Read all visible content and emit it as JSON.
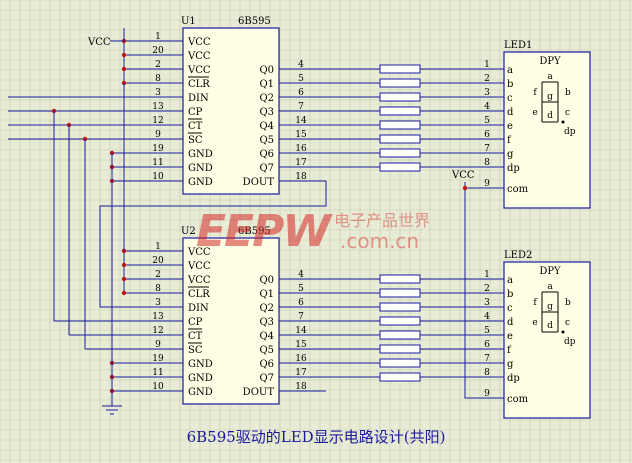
{
  "caption": "6B595驱动的LED显示电路设计(共阳)",
  "watermark": {
    "logo": "EEPW",
    "cn": "电子产品世界",
    "url": ".com.cn"
  },
  "power": {
    "vcc": "VCC"
  },
  "chips": [
    {
      "ref": "U1",
      "part": "6B595",
      "left_pins": [
        {
          "num": "1",
          "name": "VCC"
        },
        {
          "num": "20",
          "name": "VCC"
        },
        {
          "num": "2",
          "name": "VCC"
        },
        {
          "num": "8",
          "name": "CLR",
          "bar": true
        },
        {
          "num": "3",
          "name": "DIN"
        },
        {
          "num": "13",
          "name": "CP"
        },
        {
          "num": "12",
          "name": "CT",
          "bar": true
        },
        {
          "num": "9",
          "name": "SC",
          "bar": true
        },
        {
          "num": "19",
          "name": "GND"
        },
        {
          "num": "11",
          "name": "GND"
        },
        {
          "num": "10",
          "name": "GND"
        }
      ],
      "right_pins": [
        {
          "num": "4",
          "name": "Q0"
        },
        {
          "num": "5",
          "name": "Q1"
        },
        {
          "num": "6",
          "name": "Q2"
        },
        {
          "num": "7",
          "name": "Q3"
        },
        {
          "num": "14",
          "name": "Q4"
        },
        {
          "num": "15",
          "name": "Q5"
        },
        {
          "num": "16",
          "name": "Q6"
        },
        {
          "num": "17",
          "name": "Q7"
        },
        {
          "num": "18",
          "name": "DOUT"
        }
      ]
    },
    {
      "ref": "U2",
      "part": "6B595",
      "left_pins": [
        {
          "num": "1",
          "name": "VCC"
        },
        {
          "num": "20",
          "name": "VCC"
        },
        {
          "num": "2",
          "name": "VCC"
        },
        {
          "num": "8",
          "name": "CLR",
          "bar": true
        },
        {
          "num": "3",
          "name": "DIN"
        },
        {
          "num": "13",
          "name": "CP"
        },
        {
          "num": "12",
          "name": "CT",
          "bar": true
        },
        {
          "num": "9",
          "name": "SC",
          "bar": true
        },
        {
          "num": "19",
          "name": "GND"
        },
        {
          "num": "11",
          "name": "GND"
        },
        {
          "num": "10",
          "name": "GND"
        }
      ],
      "right_pins": [
        {
          "num": "4",
          "name": "Q0"
        },
        {
          "num": "5",
          "name": "Q1"
        },
        {
          "num": "6",
          "name": "Q2"
        },
        {
          "num": "7",
          "name": "Q3"
        },
        {
          "num": "14",
          "name": "Q4"
        },
        {
          "num": "15",
          "name": "Q5"
        },
        {
          "num": "16",
          "name": "Q6"
        },
        {
          "num": "17",
          "name": "Q7"
        },
        {
          "num": "18",
          "name": "DOUT"
        }
      ]
    }
  ],
  "leds": [
    {
      "ref": "LED1",
      "title": "DPY",
      "pins": [
        {
          "num": "1",
          "name": "a"
        },
        {
          "num": "2",
          "name": "b"
        },
        {
          "num": "3",
          "name": "c"
        },
        {
          "num": "4",
          "name": "d"
        },
        {
          "num": "5",
          "name": "e"
        },
        {
          "num": "6",
          "name": "f"
        },
        {
          "num": "7",
          "name": "g"
        },
        {
          "num": "8",
          "name": "dp"
        },
        {
          "num": "9",
          "name": "com"
        }
      ],
      "segments": [
        "a",
        "b",
        "c",
        "d",
        "e",
        "f",
        "g",
        "dp"
      ]
    },
    {
      "ref": "LED2",
      "title": "DPY",
      "pins": [
        {
          "num": "1",
          "name": "a"
        },
        {
          "num": "2",
          "name": "b"
        },
        {
          "num": "3",
          "name": "c"
        },
        {
          "num": "4",
          "name": "d"
        },
        {
          "num": "5",
          "name": "e"
        },
        {
          "num": "6",
          "name": "f"
        },
        {
          "num": "7",
          "name": "g"
        },
        {
          "num": "8",
          "name": "dp"
        },
        {
          "num": "9",
          "name": "com"
        }
      ],
      "segments": [
        "a",
        "b",
        "c",
        "d",
        "e",
        "f",
        "g",
        "dp"
      ]
    }
  ],
  "colors": {
    "background": "#e8ecd6",
    "grid": "#c3c9a6",
    "wire": "#1a1aa0",
    "text": "#000000",
    "part_fill": "#ffffe6",
    "watermark": "#d62828"
  }
}
